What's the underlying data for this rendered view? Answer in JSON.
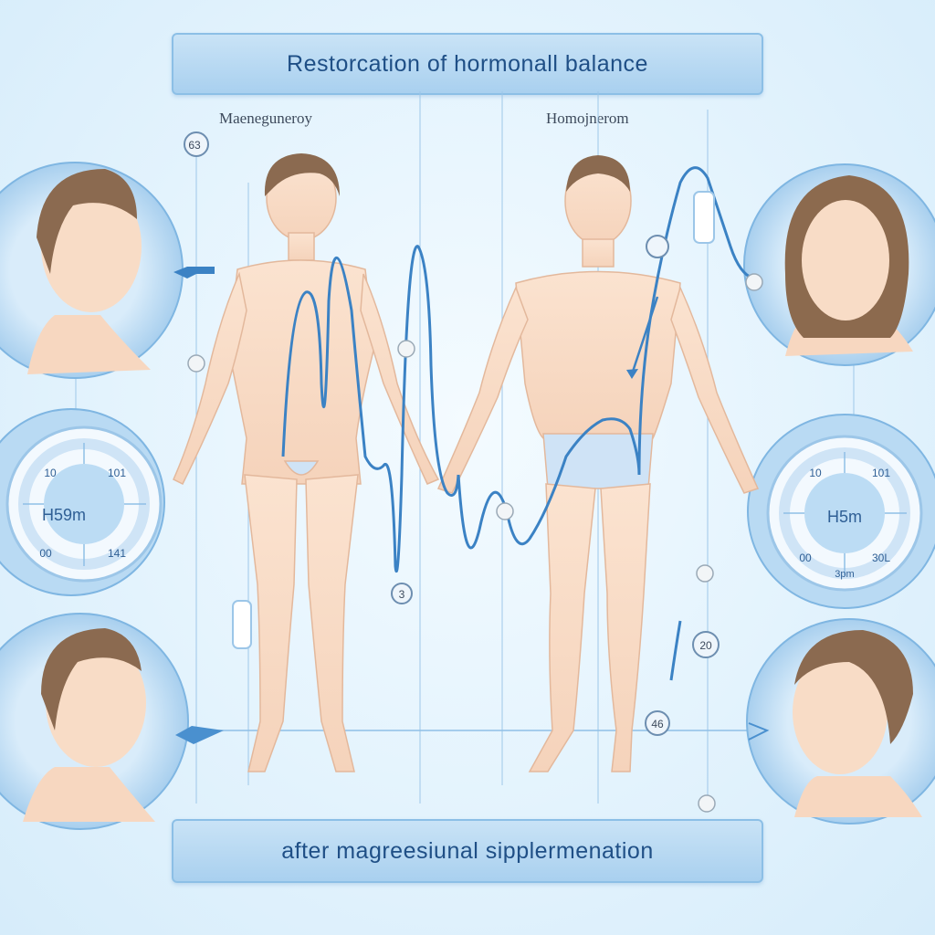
{
  "title": "Restorcation of hormonall balance",
  "subtitle": "after magreesiunal sipplermenation",
  "labels": {
    "left": "Maeneguneroy",
    "right": "Homojnerom"
  },
  "gauges": {
    "left": {
      "center": "H59m",
      "tl": "10",
      "tr": "101",
      "bl": "00",
      "br": "141"
    },
    "right": {
      "center": "H5m",
      "tl": "10",
      "tr": "101",
      "bl": "00",
      "br": "30L",
      "bottom": "3pm"
    }
  },
  "markers": {
    "m1": "63",
    "m2": "3",
    "m3": "20",
    "m4": "46"
  },
  "colors": {
    "accent": "#3b82c4",
    "banner": "#b4d7f1",
    "circle": "#bcdcf4",
    "skin": "#f8dcc6"
  }
}
